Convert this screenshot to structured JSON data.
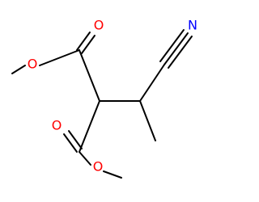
{
  "molecule": {
    "atoms": [
      {
        "id": "o_upper_carbonyl",
        "symbol": "O"
      },
      {
        "id": "o_upper_ether",
        "symbol": "O"
      },
      {
        "id": "n_nitrile",
        "symbol": "N"
      },
      {
        "id": "o_lower_ether",
        "symbol": "O"
      },
      {
        "id": "o_lower_carbonyl",
        "symbol": "O"
      }
    ]
  },
  "colors": {
    "bond": "#000000",
    "oxygen": "#ff0000",
    "nitrogen": "#0000ff",
    "background": "#ffffff"
  }
}
